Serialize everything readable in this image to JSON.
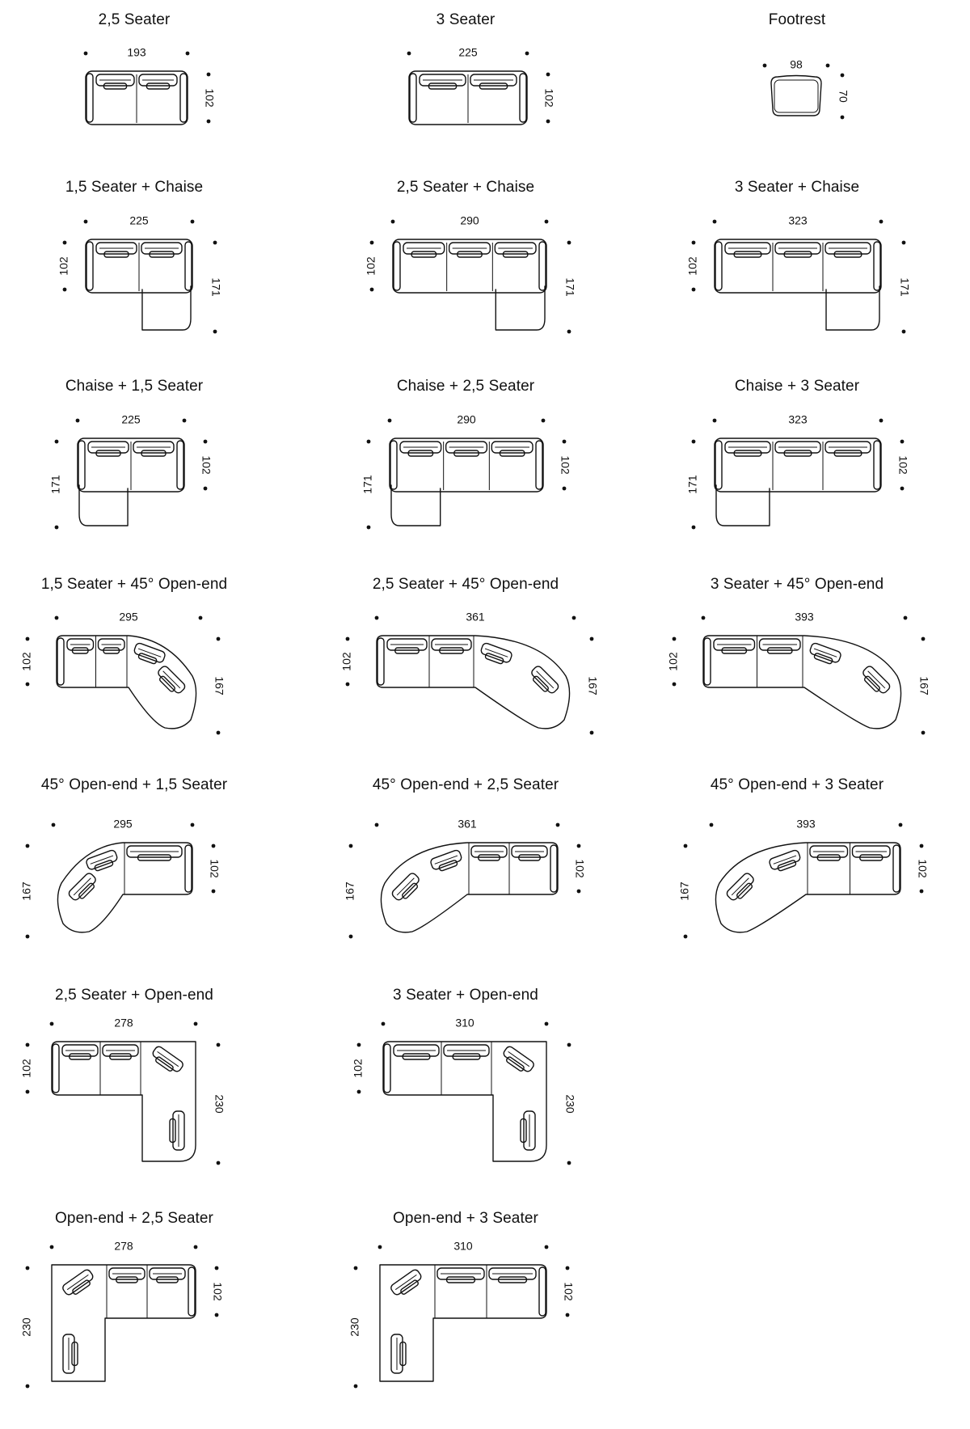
{
  "configurations": [
    {
      "id": "c1",
      "title": "2,5 Seater",
      "type": "straight",
      "seats": 2,
      "width": "193",
      "depth": "102",
      "depth_side": "right"
    },
    {
      "id": "c2",
      "title": "3 Seater",
      "type": "straight",
      "seats": 2,
      "width": "225",
      "depth": "102",
      "depth_side": "right"
    },
    {
      "id": "c3",
      "title": "Footrest",
      "type": "footrest",
      "width": "98",
      "depth": "70",
      "depth_side": "right"
    },
    {
      "id": "c4",
      "title": "1,5 Seater + Chaise",
      "type": "chaise",
      "chaise_side": "right",
      "seats": 2,
      "width": "225",
      "depth": "102",
      "chaise_depth": "171"
    },
    {
      "id": "c5",
      "title": "2,5 Seater + Chaise",
      "type": "chaise",
      "chaise_side": "right",
      "seats": 3,
      "width": "290",
      "depth": "102",
      "chaise_depth": "171"
    },
    {
      "id": "c6",
      "title": "3 Seater + Chaise",
      "type": "chaise",
      "chaise_side": "right",
      "seats": 3,
      "width": "323",
      "depth": "102",
      "chaise_depth": "171"
    },
    {
      "id": "c7",
      "title": "Chaise + 1,5 Seater",
      "type": "chaise",
      "chaise_side": "left",
      "seats": 2,
      "width": "225",
      "depth": "102",
      "chaise_depth": "171"
    },
    {
      "id": "c8",
      "title": "Chaise + 2,5 Seater",
      "type": "chaise",
      "chaise_side": "left",
      "seats": 3,
      "width": "290",
      "depth": "102",
      "chaise_depth": "171"
    },
    {
      "id": "c9",
      "title": "Chaise + 3 Seater",
      "type": "chaise",
      "chaise_side": "left",
      "seats": 3,
      "width": "323",
      "depth": "102",
      "chaise_depth": "171"
    },
    {
      "id": "c10",
      "title": "1,5 Seater + 45° Open-end",
      "type": "angled",
      "end_side": "right",
      "seats": 2,
      "width": "295",
      "depth": "102",
      "end_depth": "167"
    },
    {
      "id": "c11",
      "title": "2,5 Seater + 45° Open-end",
      "type": "angled",
      "end_side": "right",
      "seats": 2,
      "width": "361",
      "depth": "102",
      "end_depth": "167"
    },
    {
      "id": "c12",
      "title": "3 Seater + 45° Open-end",
      "type": "angled",
      "end_side": "right",
      "seats": 2,
      "width": "393",
      "depth": "102",
      "end_depth": "167"
    },
    {
      "id": "c13",
      "title": "45° Open-end + 1,5 Seater",
      "type": "angled",
      "end_side": "left",
      "seats": 1,
      "width": "295",
      "depth": "102",
      "end_depth": "167"
    },
    {
      "id": "c14",
      "title": "45° Open-end + 2,5 Seater",
      "type": "angled",
      "end_side": "left",
      "seats": 2,
      "width": "361",
      "depth": "102",
      "end_depth": "167"
    },
    {
      "id": "c15",
      "title": "45° Open-end + 3 Seater",
      "type": "angled",
      "end_side": "left",
      "seats": 2,
      "width": "393",
      "depth": "102",
      "end_depth": "167"
    },
    {
      "id": "c16",
      "title": "2,5 Seater + Open-end",
      "type": "corner",
      "end_side": "right",
      "seats": 2,
      "width": "278",
      "depth": "102",
      "end_depth": "230"
    },
    {
      "id": "c17",
      "title": "3 Seater + Open-end",
      "type": "corner",
      "end_side": "right",
      "seats": 2,
      "width": "310",
      "depth": "102",
      "end_depth": "230"
    },
    {
      "id": "c18",
      "title": "Open-end + 2,5 Seater",
      "type": "corner",
      "end_side": "left",
      "seats": 2,
      "width": "278",
      "depth": "102",
      "end_depth": "230"
    },
    {
      "id": "c19",
      "title": "Open-end + 3 Seater",
      "type": "corner",
      "end_side": "left",
      "seats": 2,
      "width": "310",
      "depth": "102",
      "end_depth": "230"
    }
  ]
}
